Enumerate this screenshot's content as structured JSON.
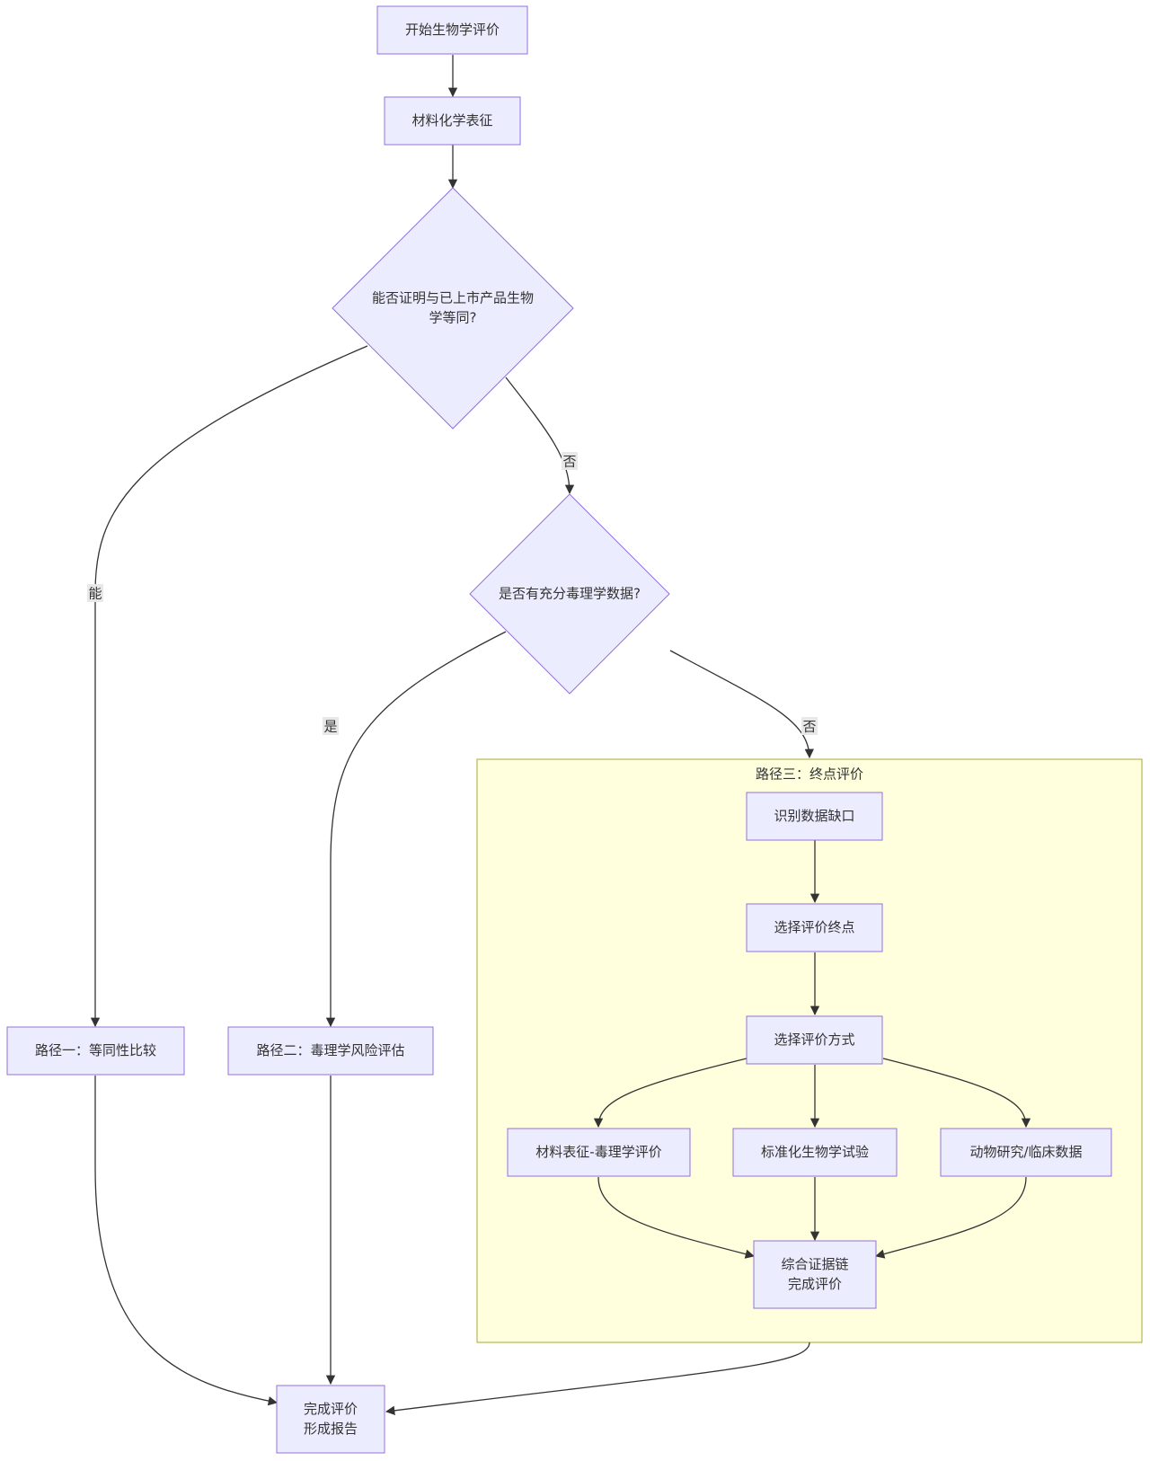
{
  "nodes": {
    "start": [
      "开始生物学评价"
    ],
    "characterize": [
      "材料化学表征"
    ],
    "decision_equiv": [
      "能否证明与已上市产品生物",
      "学等同?"
    ],
    "decision_tox": [
      "是否有充分毒理学数据?"
    ],
    "path1": [
      "路径一：等同性比较"
    ],
    "path2": [
      "路径二：毒理学风险评估"
    ],
    "gap": [
      "识别数据缺口"
    ],
    "endpoints": [
      "选择评价终点"
    ],
    "methods": [
      "选择评价方式"
    ],
    "m_chem_tox": [
      "材料表征-毒理学评价"
    ],
    "m_bio_test": [
      "标准化生物学试验"
    ],
    "m_animal": [
      "动物研究/临床数据"
    ],
    "evidence": [
      "综合证据链",
      "完成评价"
    ],
    "finish": [
      "完成评价",
      "形成报告"
    ]
  },
  "edge_labels": {
    "equiv_yes": "能",
    "equiv_no": "否",
    "tox_yes": "是",
    "tox_no": "否"
  },
  "cluster": {
    "title": "路径三：终点评价"
  },
  "colors": {
    "node_fill": "#ECECFF",
    "node_stroke": "#9370DB",
    "cluster_fill": "#FFFFDE",
    "cluster_stroke": "#AAAA33",
    "edge": "#333333",
    "label_bg": "#E8E8E8"
  }
}
